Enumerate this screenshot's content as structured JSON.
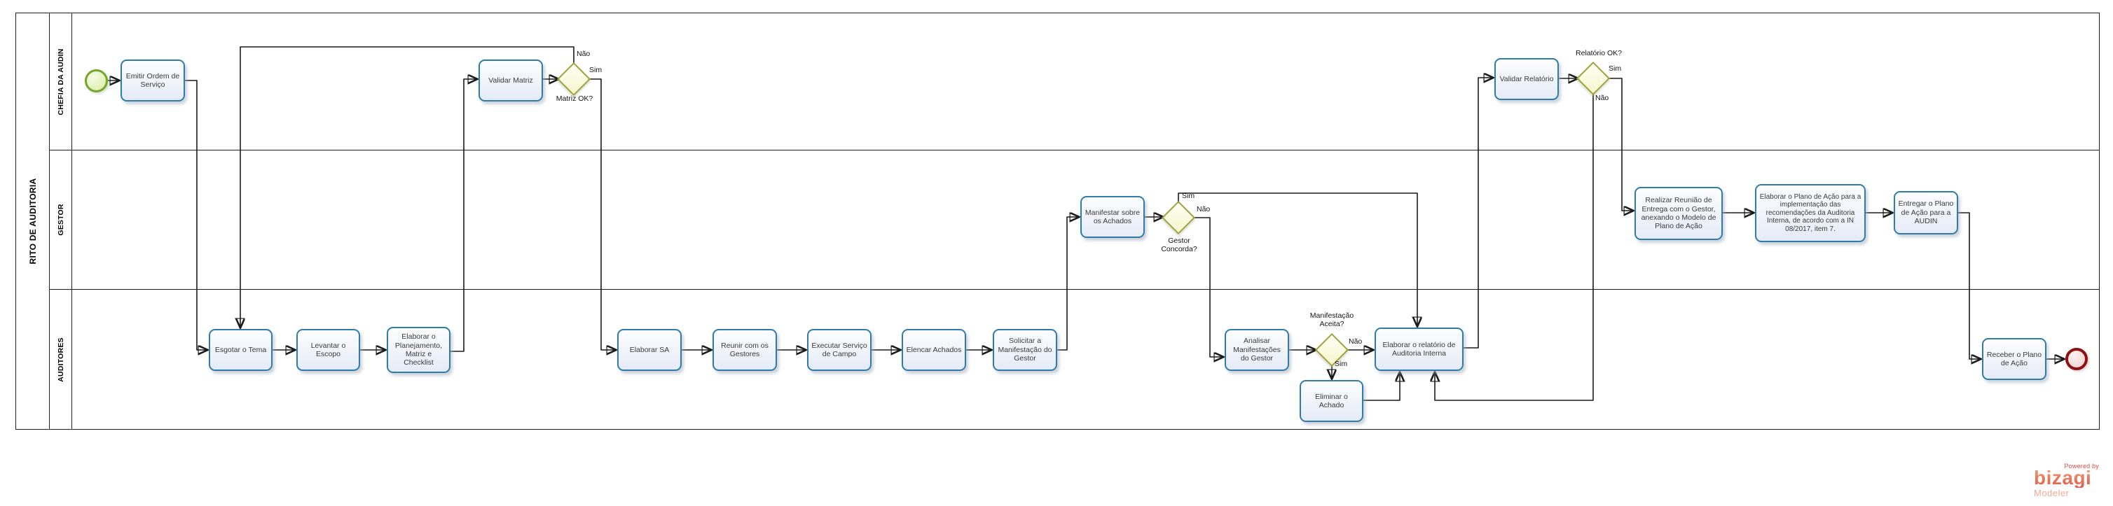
{
  "diagram": {
    "pool_title": "RITO DE AUDITORIA",
    "lanes": [
      {
        "label": "CHEFIA DA AUDIN"
      },
      {
        "label": "GESTOR"
      },
      {
        "label": "AUDITORES"
      }
    ]
  },
  "tasks": {
    "emitir_ordem": "Emitir Ordem de Serviço",
    "validar_matriz": "Validar Matriz",
    "validar_relatorio": "Validar Relatório",
    "manifestar_achados": "Manifestar sobre os Achados",
    "realizar_reuniao": "Realizar Reunião de Entrega com o Gestor, anexando o Modelo de Plano de Ação",
    "elaborar_plano_acao": "Elaborar o Plano de Ação para a implementação das recomendações da Auditoria Interna, de acordo com a IN 08/2017, item 7.",
    "entregar_plano": "Entregar o Plano de Ação para a AUDIN",
    "esgotar_tema": "Esgotar o Tema",
    "levantar_escopo": "Levantar o Escopo",
    "elaborar_planejamento": "Elaborar o Planejamento, Matriz e Checklist",
    "elaborar_sa": "Elaborar SA",
    "reunir_gestores": "Reunir com os Gestores",
    "executar_servico": "Executar Serviço de Campo",
    "elencar_achados": "Elencar Achados",
    "solicitar_manifestacao": "Solicitar a Manifestação do Gestor",
    "analisar_manifestacoes": "Analisar Manifestações do Gestor",
    "eliminar_achado": "Eliminar o Achado",
    "elaborar_relatorio": "Elaborar o relatório de Auditoria Interna",
    "receber_plano": "Receber o Plano de Ação"
  },
  "gateways": {
    "matriz_ok": {
      "question": "Matriz OK?",
      "sim": "Sim",
      "nao": "Não"
    },
    "gestor_concorda": {
      "question": "Gestor Concorda?",
      "sim": "Sim",
      "nao": "Não"
    },
    "manifestacao_aceita": {
      "question": "Manifestação Aceita?",
      "sim": "Sim",
      "nao": "Não"
    },
    "relatorio_ok": {
      "question": "Relatório OK?",
      "sim": "Sim",
      "nao": "Não"
    }
  },
  "branding": {
    "powered_by": "Powered by",
    "name": "bizagi",
    "product": "Modeler"
  },
  "colors": {
    "task_border": "#2e7cab",
    "gateway_border": "#9da33c",
    "start_border": "#74a52c",
    "end_border": "#8e1111",
    "flow_line": "#1a1a1a",
    "brand_orange": "#e8705c"
  }
}
